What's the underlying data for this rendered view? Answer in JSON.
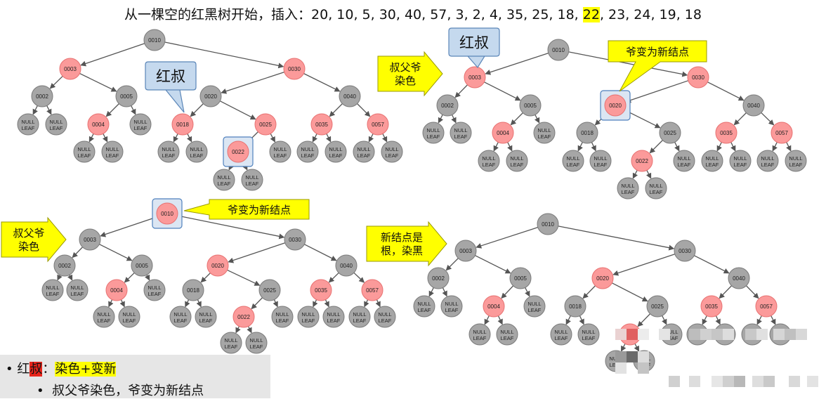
{
  "title": {
    "before": "从一棵空的红黑树开始，插入：20, 10, 5, 30, 40, 57, 3, 2, 4, 35, 25, 18, ",
    "highlight": "22",
    "after": ", 23, 24, 19, 18"
  },
  "labels": {
    "null_line1": "NULL",
    "null_line2": "LEAF",
    "red_uncle": "红叔",
    "recolor": [
      "叔父爷",
      "染色"
    ],
    "grand_new": "爷变为新结点",
    "root_black": [
      "新结点是",
      "根，染黑"
    ]
  },
  "colors": {
    "red_node": "#fb9a9a",
    "black_node": "#a6a6a6",
    "arrow": "#ffff00",
    "callout_blue": "#c5d9ee",
    "highlight": "#ffff00"
  },
  "note": {
    "line1": {
      "bullet": "•",
      "prefix": "红",
      "red": "叔",
      "colon": "：",
      "yellow": "染色+变新"
    },
    "line2": {
      "bullet": "•",
      "text": "叔父爷染色，爷变为新结点"
    }
  },
  "trees": [
    {
      "id": "step1",
      "nodes": [
        {
          "k": "0010",
          "c": "B"
        },
        {
          "k": "0003",
          "c": "R"
        },
        {
          "k": "0030",
          "c": "R"
        },
        {
          "k": "0002",
          "c": "B"
        },
        {
          "k": "0005",
          "c": "B"
        },
        {
          "k": "0004",
          "c": "R"
        },
        {
          "k": "0020",
          "c": "B"
        },
        {
          "k": "0018",
          "c": "R"
        },
        {
          "k": "0025",
          "c": "R"
        },
        {
          "k": "0022",
          "c": "R",
          "focus": true
        },
        {
          "k": "0040",
          "c": "B"
        },
        {
          "k": "0035",
          "c": "R"
        },
        {
          "k": "0057",
          "c": "R"
        }
      ]
    },
    {
      "id": "step2",
      "nodes": [
        {
          "k": "0010",
          "c": "B"
        },
        {
          "k": "0003",
          "c": "R"
        },
        {
          "k": "0030",
          "c": "R"
        },
        {
          "k": "0002",
          "c": "B"
        },
        {
          "k": "0005",
          "c": "B"
        },
        {
          "k": "0004",
          "c": "R"
        },
        {
          "k": "0020",
          "c": "R",
          "focus": true
        },
        {
          "k": "0018",
          "c": "B"
        },
        {
          "k": "0025",
          "c": "B"
        },
        {
          "k": "0022",
          "c": "R"
        },
        {
          "k": "0040",
          "c": "B"
        },
        {
          "k": "0035",
          "c": "R"
        },
        {
          "k": "0057",
          "c": "R"
        }
      ]
    },
    {
      "id": "step3",
      "nodes": [
        {
          "k": "0010",
          "c": "R",
          "focus": true
        },
        {
          "k": "0003",
          "c": "B"
        },
        {
          "k": "0030",
          "c": "B"
        },
        {
          "k": "0002",
          "c": "B"
        },
        {
          "k": "0005",
          "c": "B"
        },
        {
          "k": "0004",
          "c": "R"
        },
        {
          "k": "0020",
          "c": "R"
        },
        {
          "k": "0018",
          "c": "B"
        },
        {
          "k": "0025",
          "c": "B"
        },
        {
          "k": "0022",
          "c": "R"
        },
        {
          "k": "0040",
          "c": "B"
        },
        {
          "k": "0035",
          "c": "R"
        },
        {
          "k": "0057",
          "c": "R"
        }
      ]
    },
    {
      "id": "step4",
      "nodes": [
        {
          "k": "0010",
          "c": "B"
        },
        {
          "k": "0003",
          "c": "B"
        },
        {
          "k": "0030",
          "c": "B"
        },
        {
          "k": "0002",
          "c": "B"
        },
        {
          "k": "0005",
          "c": "B"
        },
        {
          "k": "0004",
          "c": "R"
        },
        {
          "k": "0020",
          "c": "R"
        },
        {
          "k": "0018",
          "c": "B"
        },
        {
          "k": "0025",
          "c": "B"
        },
        {
          "k": "0022",
          "c": "R"
        },
        {
          "k": "0040",
          "c": "B"
        },
        {
          "k": "0035",
          "c": "R"
        },
        {
          "k": "0057",
          "c": "R"
        }
      ]
    }
  ]
}
